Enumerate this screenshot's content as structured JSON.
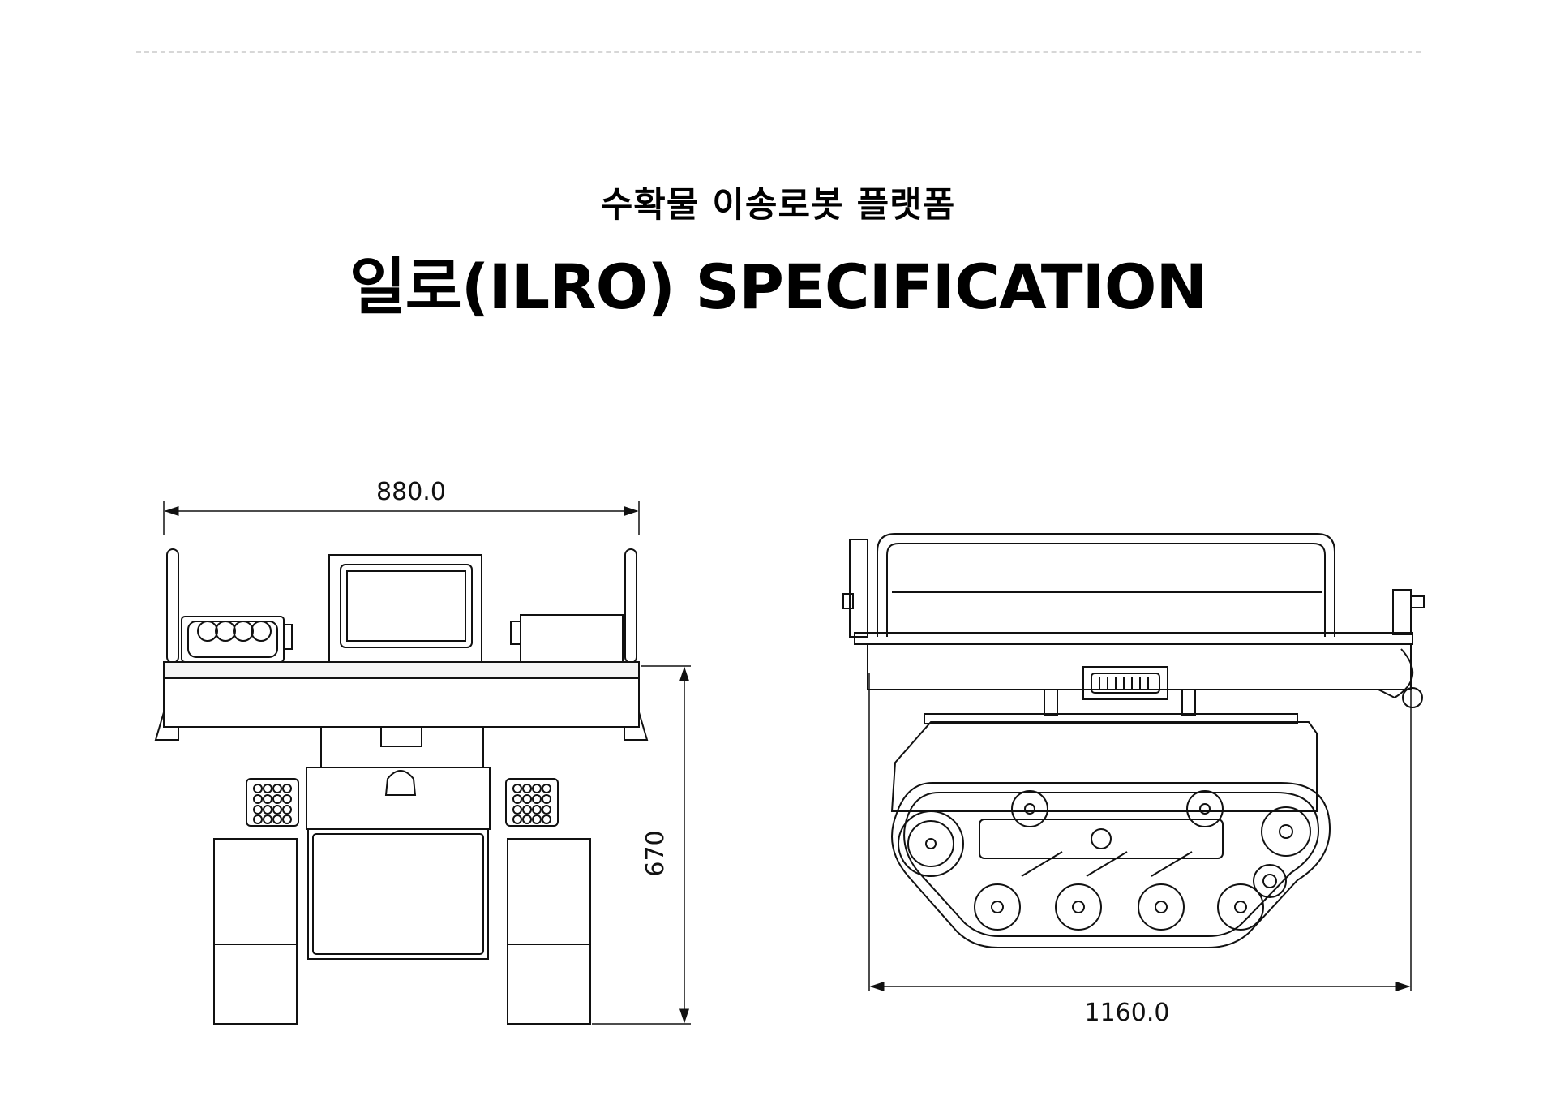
{
  "header": {
    "subtitle": "수확물 이송로봇 플랫폼",
    "title": "일로(ILRO) SPECIFICATION"
  },
  "front_view": {
    "width_dimension": "880.0",
    "height_dimension": "670"
  },
  "side_view": {
    "length_dimension": "1160.0"
  },
  "colors": {
    "line": "#111111",
    "separator": "#d7d7d7",
    "background": "#ffffff"
  }
}
